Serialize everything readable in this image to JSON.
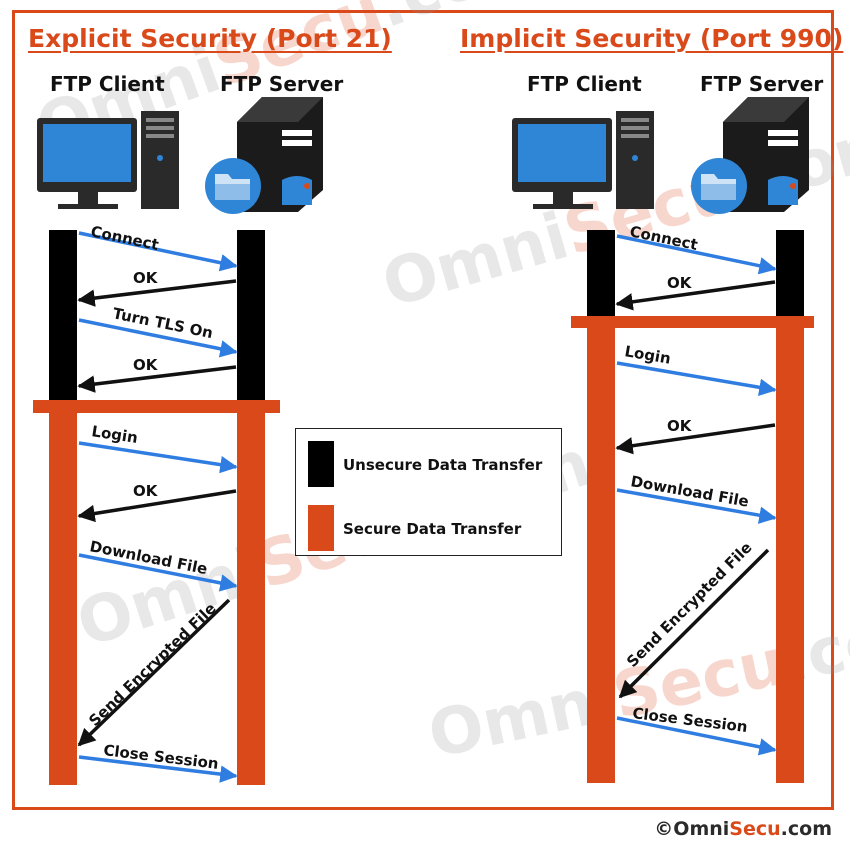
{
  "left": {
    "title": "Explicit Security (Port 21)",
    "client_label": "FTP Client",
    "server_label": "FTP Server",
    "messages": [
      "Connect",
      "OK",
      "Turn TLS On",
      "OK",
      "Login",
      "OK",
      "Download File",
      "Send Encrypted File",
      "Close Session"
    ]
  },
  "right": {
    "title": "Implicit Security (Port 990)",
    "client_label": "FTP Client",
    "server_label": "FTP Server",
    "messages": [
      "Connect",
      "OK",
      "Login",
      "OK",
      "Download File",
      "Send Encrypted File",
      "Close Session"
    ]
  },
  "legend": {
    "unsecure": "Unsecure Data Transfer",
    "secure": "Secure Data Transfer"
  },
  "watermark": {
    "part1": "Omni",
    "part2": "Secu",
    "part3": ".com"
  },
  "copyright": {
    "symbol": "©",
    "brand1": "Omni",
    "brand2": "Secu",
    "suffix": ".com"
  },
  "colors": {
    "accent": "#d9491a",
    "unsecure": "#000000",
    "arrow_blue": "#2f7de1",
    "arrow_black": "#111111"
  },
  "icons": [
    "desktop-computer-icon",
    "server-tower-icon",
    "folder-badge-icon"
  ]
}
